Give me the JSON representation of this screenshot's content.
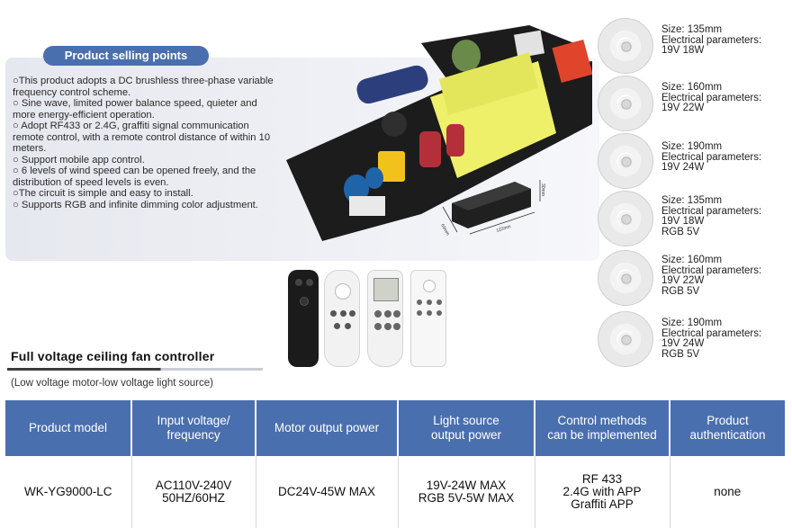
{
  "selling": {
    "badge": "Product selling points",
    "points": [
      "○This product adopts a DC brushless three-phase variable frequency control scheme.",
      "○ Sine wave, limited power balance speed, quieter and more energy-efficient operation.",
      "○ Adopt RF433 or 2.4G, graffiti signal communication remote control, with a remote control distance of within 10 meters.",
      "○ Support mobile app control.",
      "○ 6 levels of wind speed can be opened freely, and the distribution of speed levels is even.",
      "○The circuit is simple and easy to install.",
      "○ Supports RGB and infinite dimming color adjustment."
    ]
  },
  "modules": [
    {
      "size": "Size: 135mm",
      "param_label": "Electrical parameters:",
      "value": "19V 18W",
      "extra": ""
    },
    {
      "size": "Size: 160mm",
      "param_label": "Electrical parameters:",
      "value": "19V 22W",
      "extra": ""
    },
    {
      "size": "Size: 190mm",
      "param_label": "Electrical parameters:",
      "value": "19V 24W",
      "extra": ""
    },
    {
      "size": "Size: 135mm",
      "param_label": "Electrical parameters:",
      "value": "19V 18W",
      "extra": "RGB 5V"
    },
    {
      "size": "Size: 160mm",
      "param_label": "Electrical parameters:",
      "value": "19V 22W",
      "extra": "RGB 5V"
    },
    {
      "size": "Size: 190mm",
      "param_label": "Electrical parameters:",
      "value": "19V 24W",
      "extra": "RGB 5V"
    }
  ],
  "device_dims": {
    "w": "122mm",
    "d": "63mm",
    "h": "30mm"
  },
  "section": {
    "title": "Full voltage ceiling fan controller",
    "subtitle": "(Low voltage motor-low voltage light source)"
  },
  "table": {
    "headers": [
      "Product model",
      "Input voltage/\nfrequency",
      "Motor output power",
      "Light source\noutput power",
      "Control methods\ncan be implemented",
      "Product\nauthentication"
    ],
    "row": [
      "WK-YG9000-LC",
      "AC110V-240V\n50HZ/60HZ",
      "DC24V-45W MAX",
      "19V-24W MAX\nRGB 5V-5W MAX",
      "RF 433\n2.4G with APP\nGraffiti APP",
      "none"
    ]
  },
  "colors": {
    "accent": "#4a6fae",
    "panel": "#e6e8ef"
  }
}
